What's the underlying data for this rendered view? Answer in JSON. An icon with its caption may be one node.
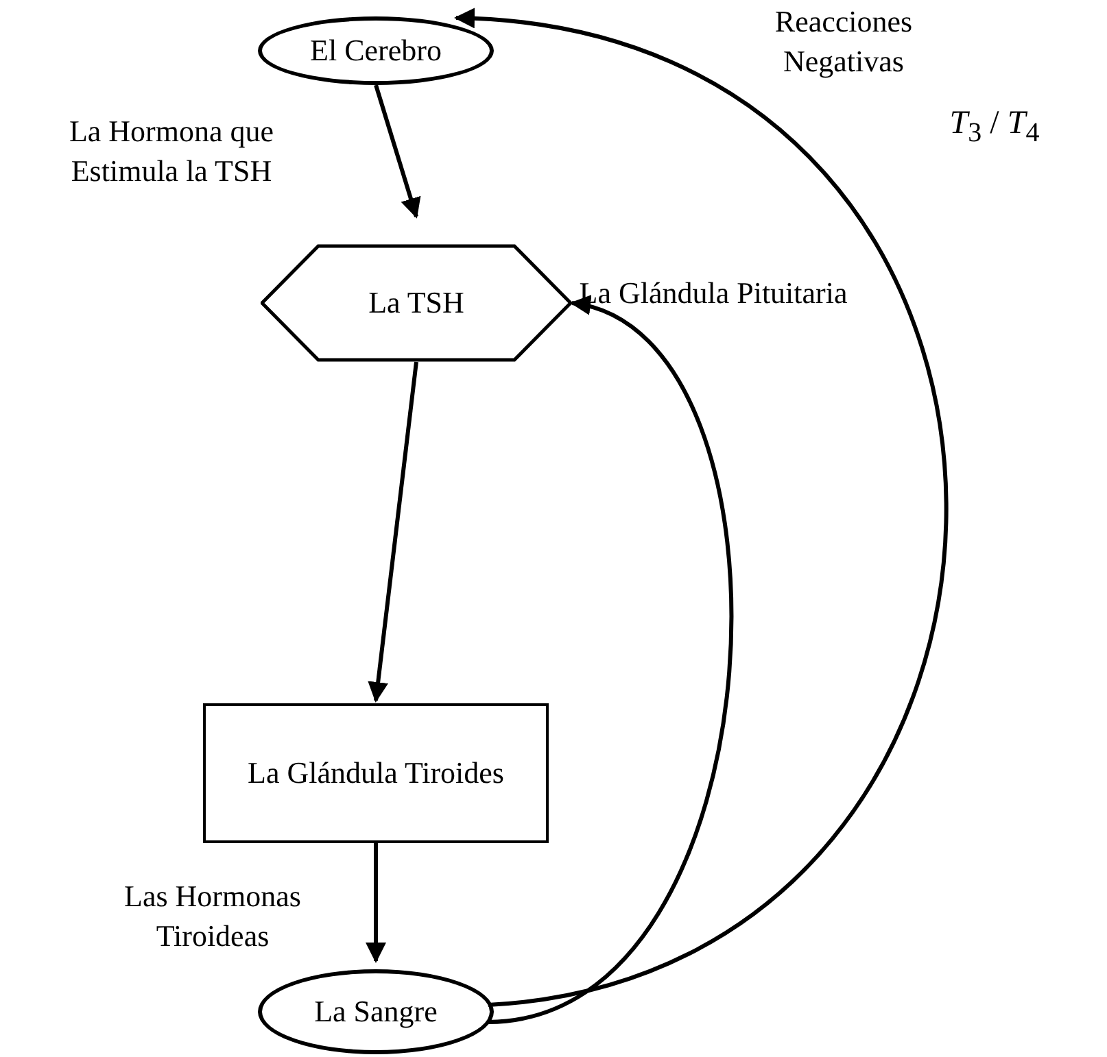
{
  "diagram": {
    "nodes": [
      {
        "text": [
          "El Cerebro"
        ]
      },
      {
        "text": [
          "La TSH"
        ],
        "beside": [
          "La Glándula Pituitaria"
        ]
      },
      {
        "text": [
          "La Glándula Tiroides"
        ]
      },
      {
        "text": [
          "La Sangre"
        ]
      }
    ],
    "edges": [
      {
        "from": 0,
        "to": 1,
        "arrow": "to",
        "label": "La Hormona que Estimula la TSH"
      },
      {
        "from": 1,
        "to": 2,
        "arrow": "to"
      },
      {
        "from": 2,
        "to": 3,
        "arrow": "to",
        "label": "Las Hormonas Tiroideas"
      },
      {
        "from": 3,
        "to": 1,
        "arrow": "to"
      },
      {
        "from": 3,
        "to": 0,
        "arrow": "to",
        "label": "Reacciones Negativas"
      }
    ],
    "labels": [
      "*T*$_{3}$ / *T*$_{4}$"
    ]
  }
}
